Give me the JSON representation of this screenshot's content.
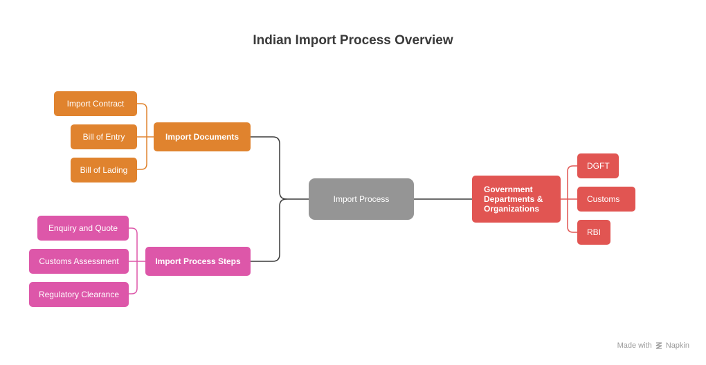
{
  "title": "Indian Import Process Overview",
  "center": {
    "label": "Import Process"
  },
  "import_documents": {
    "label": "Import Documents",
    "children": [
      "Import Contract",
      "Bill of Entry",
      "Bill of Lading"
    ]
  },
  "import_steps": {
    "label": "Import Process Steps",
    "children": [
      "Enquiry and Quote",
      "Customs Assessment",
      "Regulatory Clearance"
    ]
  },
  "government": {
    "label": "Government Departments & Organizations",
    "children": [
      "DGFT",
      "Customs",
      "RBI"
    ]
  },
  "colors": {
    "documents": "#e0832e",
    "steps": "#dd57a9",
    "center": "#959595",
    "government": "#e15552",
    "connector": "#3a3a3a"
  },
  "footer": {
    "text": "Made with",
    "brand": "Napkin"
  }
}
